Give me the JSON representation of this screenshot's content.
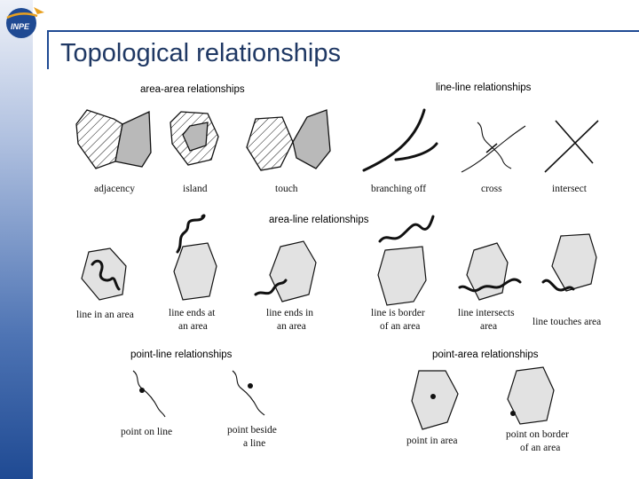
{
  "slide": {
    "title": "Topological relationships",
    "logo_text": "INPE",
    "colors": {
      "accent": "#1f4a93",
      "title": "#1f3864"
    }
  },
  "sections": {
    "area_area": "area-area relationships",
    "line_line": "line-line relationships",
    "area_line": "area-line relationships",
    "point_line": "point-line relationships",
    "point_area": "point-area relationships"
  },
  "captions": {
    "adjacency": "adjacency",
    "island": "island",
    "touch": "touch",
    "branching_off": "branching off",
    "cross": "cross",
    "intersect": "intersect",
    "line_in_area": "line in an area",
    "line_ends_at_1": "line ends at",
    "line_ends_at_2": "an area",
    "line_ends_in_1": "line ends in",
    "line_ends_in_2": "an area",
    "line_border_1": "line is border",
    "line_border_2": "of an area",
    "line_intersects_1": "line intersects",
    "line_intersects_2": "area",
    "line_touches": "line touches area",
    "point_on_line": "point on line",
    "point_beside_1": "point beside",
    "point_beside_2": "a line",
    "point_in_area": "point in area",
    "point_on_border_1": "point on border",
    "point_on_border_2": "of an area"
  }
}
